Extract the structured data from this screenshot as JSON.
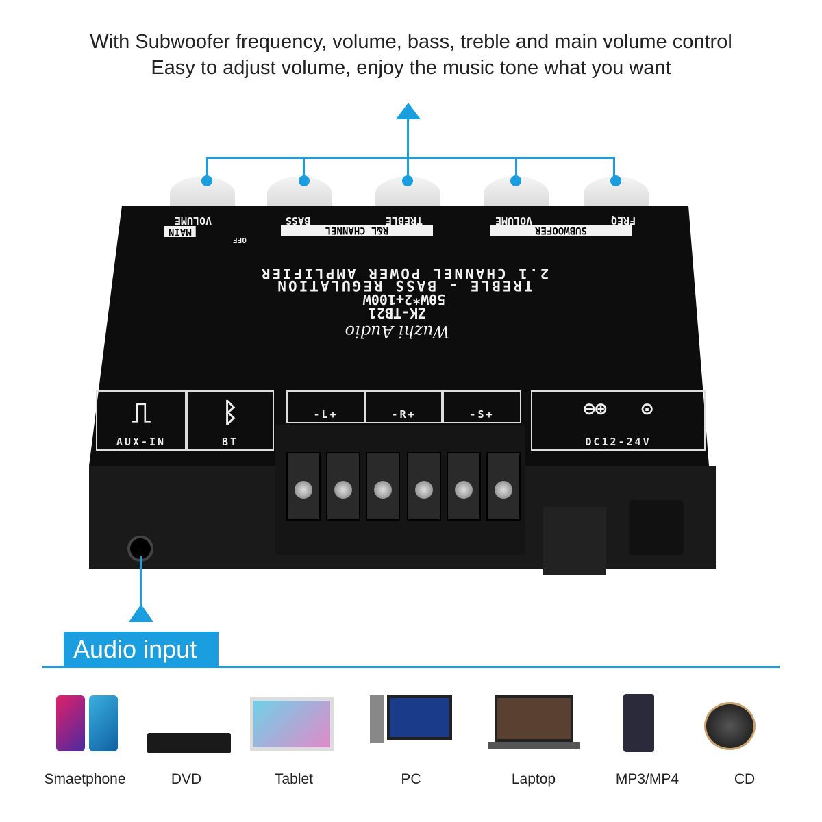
{
  "header": {
    "line1": "With Subwoofer frequency, volume, bass, treble and main volume control",
    "line2": "Easy to adjust volume, enjoy the music tone what you want"
  },
  "board": {
    "knob_labels": [
      "VOLUME",
      "BASS",
      "TREBLE",
      "VOLUME",
      "FREQ"
    ],
    "group_main": "MAIN",
    "group_rl": "R&L CHANNEL",
    "group_sub": "SUBWOOFER",
    "off": "OFF",
    "title1": "2.1 CHANNEL POWER AMPLIFIER",
    "title2": "TREBLE - BASS REGULATION",
    "power": "50W*2+100W",
    "model": "ZK-TB21",
    "brand": "Wuzhi Audio",
    "ports": {
      "aux": "AUX-IN",
      "bt": "BT",
      "left": "-L+",
      "right": "-R+",
      "sub": "-S+",
      "dc": "DC12-24V"
    }
  },
  "callout": "Audio input",
  "devices": [
    "Smaetphone",
    "DVD",
    "Tablet",
    "PC",
    "Laptop",
    "MP3/MP4",
    "CD"
  ],
  "colors": {
    "accent": "#1a9ee0",
    "board": "#0d0d0d"
  }
}
